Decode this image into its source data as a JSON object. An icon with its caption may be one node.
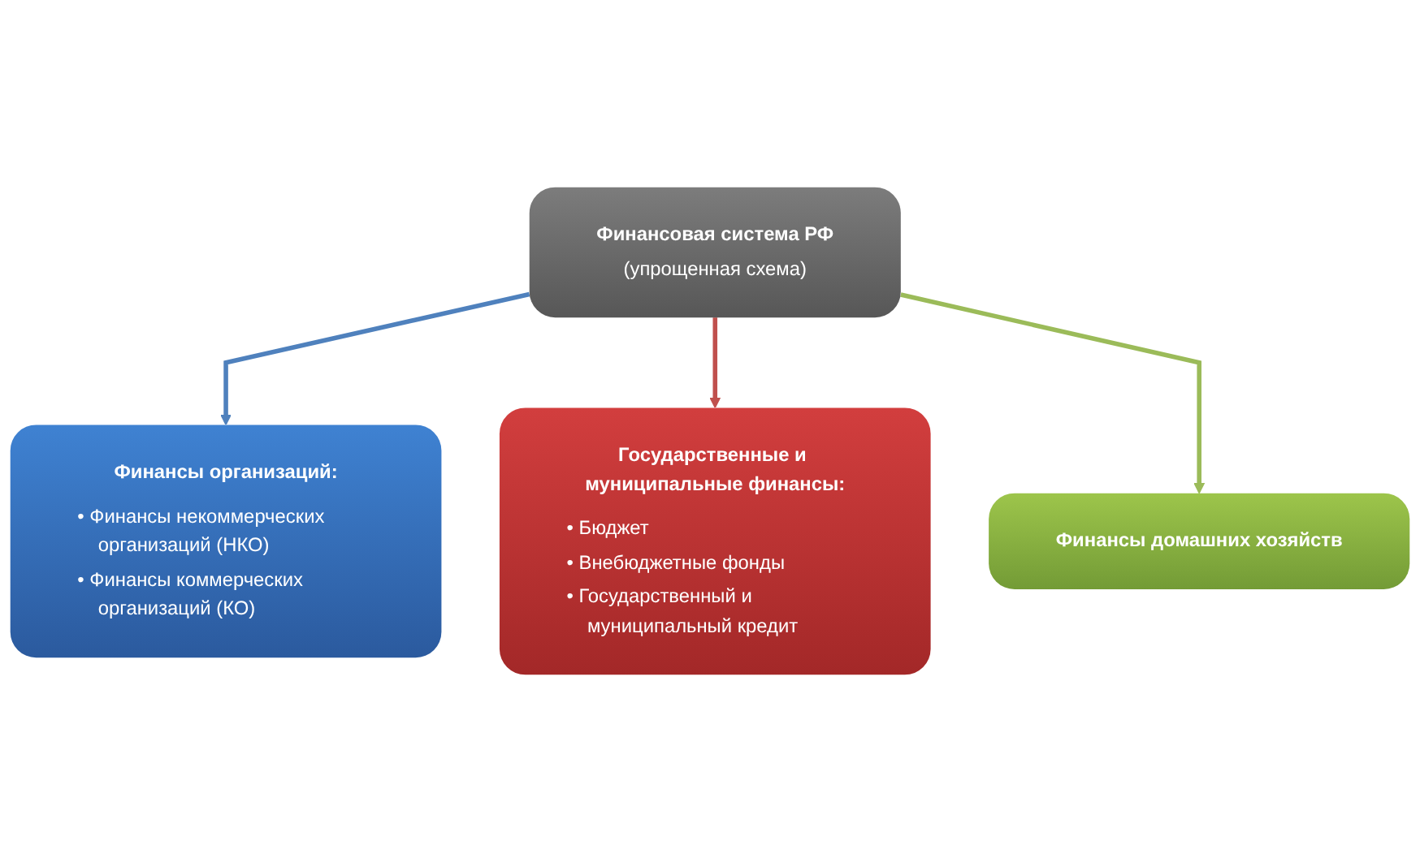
{
  "diagram": {
    "nodes": [
      {
        "text": [
          "Финансовая система РФ",
          "(упрощенная схема)"
        ]
      },
      {
        "text": [
          "Финансы организаций:",
          "• Финансы некоммерческих организаций (НКО)",
          "• Финансы коммерческих организаций (КО)"
        ]
      },
      {
        "text": [
          "Государственные и муниципальные финансы:",
          "• Бюджет",
          "• Внебюджетные фонды",
          "• Государственный и муниципальный кредит"
        ]
      },
      {
        "text": [
          "Финансы домашних хозяйств"
        ]
      }
    ],
    "edges": [
      {
        "from": 0,
        "to": 1,
        "arrow": "to",
        "color": "#4f81bd"
      },
      {
        "from": 0,
        "to": 2,
        "arrow": "to",
        "color": "#c0504d"
      },
      {
        "from": 0,
        "to": 3,
        "arrow": "to",
        "color": "#9bbb59"
      }
    ]
  }
}
